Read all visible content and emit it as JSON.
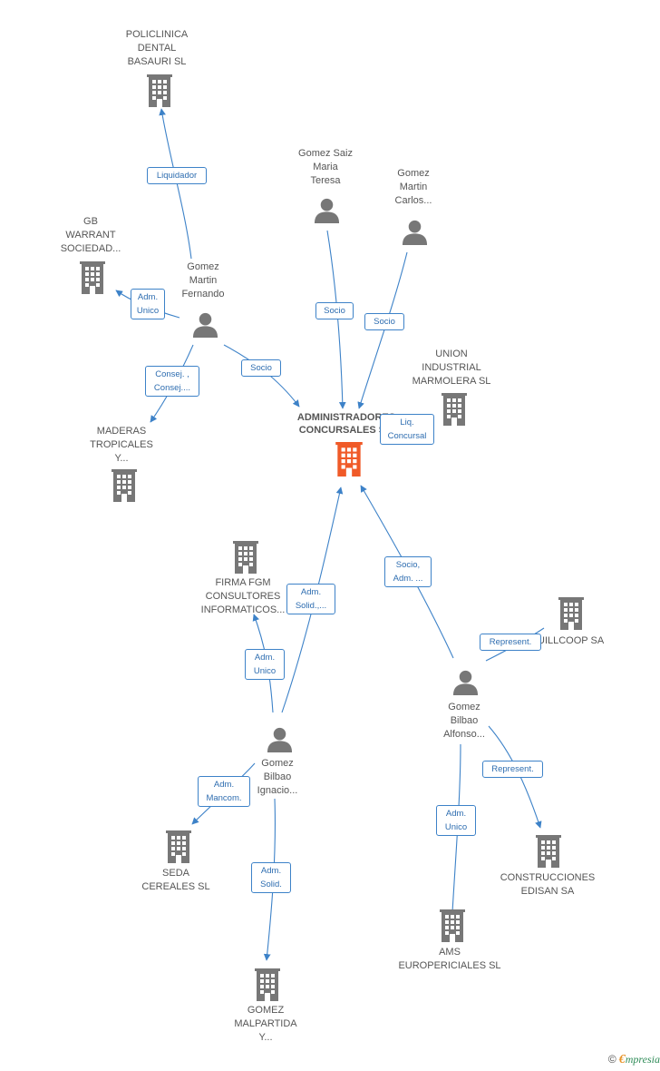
{
  "colors": {
    "edge": "#3d82c8",
    "building": "#777777",
    "main_building": "#f05a28",
    "person": "#777777"
  },
  "nodes": {
    "policlinica": {
      "label": "POLICLINICA\nDENTAL\nBASAURI SL",
      "icon": "building-icon"
    },
    "gb_warrant": {
      "label": "GB\nWARRANT\nSOCIEDAD...",
      "icon": "building-icon"
    },
    "gomez_martin_fernando": {
      "label": "Gomez\nMartin\nFernando",
      "icon": "person-icon"
    },
    "gomez_saiz": {
      "label": "Gomez Saiz\nMaria\nTeresa",
      "icon": "person-icon"
    },
    "gomez_martin_carlos": {
      "label": "Gomez\nMartin\nCarlos...",
      "icon": "person-icon"
    },
    "union_industrial": {
      "label": "UNION\nINDUSTRIAL\nMARMOLERA SL",
      "icon": "building-icon"
    },
    "administradores": {
      "label": "ADMINISTRADORES\nCONCURSALES S...",
      "icon": "building-icon"
    },
    "maderas": {
      "label": "MADERAS\nTROPICALES\nY...",
      "icon": "building-icon"
    },
    "firma_fgm": {
      "label": "FIRMA FGM\nCONSULTORES\nINFORMATICOS...",
      "icon": "building-icon"
    },
    "uillcoop": {
      "label": "UILLCOOP SA",
      "icon": "building-icon"
    },
    "gomez_bilbao_alfonso": {
      "label": "Gomez\nBilbao\nAlfonso...",
      "icon": "person-icon"
    },
    "gomez_bilbao_ignacio": {
      "label": "Gomez\nBilbao\nIgnacio...",
      "icon": "person-icon"
    },
    "seda": {
      "label": "SEDA\nCEREALES SL",
      "icon": "building-icon"
    },
    "construcciones": {
      "label": "CONSTRUCCIONES\nEDISAN SA",
      "icon": "building-icon"
    },
    "ams": {
      "label": "AMS\nEUROPERICIALES SL",
      "icon": "building-icon"
    },
    "gomez_malpartida": {
      "label": "GOMEZ\nMALPARTIDA\nY...",
      "icon": "building-icon"
    }
  },
  "edges": {
    "liquidador": "Liquidador",
    "adm_unico_gb": "Adm.\nUnico",
    "consej": "Consej. ,\nConsej....",
    "socio_fernando": "Socio",
    "socio_saiz": "Socio",
    "socio_carlos": "Socio",
    "liq_concursal": "Liq.\nConcursal",
    "socio_adm_alfonso": "Socio,\nAdm. ...",
    "represent_uillcoop": "Represent.",
    "adm_solid_ignacio": "Adm.\nSolid.,...",
    "adm_unico_firma": "Adm.\nUnico",
    "adm_mancom": "Adm.\nMancom.",
    "adm_solid_malpartida": "Adm.\nSolid.",
    "adm_unico_ams": "Adm.\nUnico",
    "represent_construcciones": "Represent."
  },
  "footer": {
    "copyright_symbol": "©",
    "brand_e": "€",
    "brand_rest": "mpresia"
  }
}
